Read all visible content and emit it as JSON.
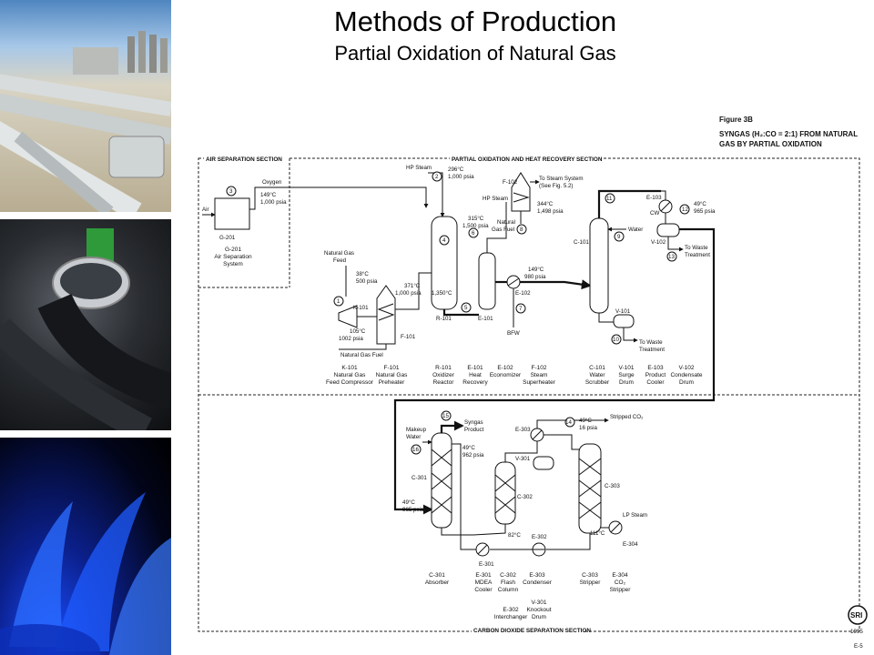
{
  "header": {
    "title": "Methods of Production",
    "subtitle": "Partial Oxidation of Natural Gas"
  },
  "photos": [
    "pipeline-photo",
    "diesel-pump-photo",
    "gas-flame-photo"
  ],
  "figure": {
    "label": "Figure 3B",
    "caption_line1": "SYNGAS (H₂:CO = 2:1) FROM NATURAL",
    "caption_line2": "GAS BY PARTIAL OXIDATION",
    "page_ref": "E-5",
    "year": "1995",
    "logo_text": "SRI"
  },
  "sections": {
    "air": "AIR SEPARATION SECTION",
    "pox": "PARTIAL OXIDATION AND HEAT RECOVERY SECTION",
    "co2": "CARBON DIOXIDE SEPARATION SECTION"
  },
  "streams": {
    "s1": "1",
    "s2": "2",
    "s3": "3",
    "s4": "4",
    "s5": "5",
    "s6": "6",
    "s7": "7",
    "s8": "8",
    "s9": "9",
    "s10": "10",
    "s11": "11",
    "s12": "12",
    "s13": "13",
    "s14": "14",
    "s15": "15",
    "s16": "16"
  },
  "labels": {
    "oxygen": "Oxygen",
    "air": "Air",
    "hp_steam": "HP Steam",
    "hp_steam2": "HP Steam",
    "s2_cond1": "296°C",
    "s2_cond2": "1,000 psia",
    "s3_cond1": "149°C",
    "s3_cond2": "1,000 psia",
    "to_steam1": "To Steam System",
    "to_steam2": "(See Fig. 5.2)",
    "s8_cond1": "344°C",
    "s8_cond2": "1,498 psia",
    "nat_gas_fuel1": "Natural",
    "nat_gas_fuel2": "Gas Fuel",
    "s6_cond1": "315°C",
    "s6_cond2": "1,500 psia",
    "nat_gas_feed1": "Natural Gas",
    "nat_gas_feed2": "Feed",
    "s1_cond1": "38°C",
    "s1_cond2": "500 psia",
    "f101_cond1": "371°C",
    "f101_cond2": "1,000 psia",
    "k101_cond1": "105°C",
    "k101_cond2": "1002 psia",
    "natural_gas_fuel": "Natural Gas Fuel",
    "r101_temp": "1,350°C",
    "e102_cond1": "149°C",
    "e102_cond2": "980 psia",
    "bfw": "BFW",
    "water": "Water",
    "s12_cond1": "49°C",
    "s12_cond2": "965 psia",
    "cw": "CW",
    "to_waste1": "To Waste",
    "to_waste2": "Treatment",
    "to_waste3": "To Waste",
    "to_waste4": "Treatment",
    "makeup_water1": "Makeup",
    "makeup_water2": "Water",
    "syngas1": "Syngas",
    "syngas2": "Product",
    "s15_cond1": "49°C",
    "s15_cond2": "962 psia",
    "s16_cond1": "49°C",
    "s16_cond2": "965 psia",
    "stripped_co2": "Stripped CO₂",
    "s14_cond1": "49°C",
    "s14_cond2": "16 psia",
    "c302_temp": "82°C",
    "c303_temp": "111°C",
    "lp_steam": "LP Steam"
  },
  "equipment_tags": {
    "g201": "G-201",
    "k101": "K-101",
    "f101": "F-101",
    "r101": "R-101",
    "e101": "E-101",
    "e102": "E-102",
    "f102": "F-102",
    "c101": "C-101",
    "v101": "V-101",
    "e103": "E-103",
    "v102": "V-102",
    "c301": "C-301",
    "c302": "C-302",
    "c303": "C-303",
    "e301": "E-301",
    "e302": "E-302",
    "e303": "E-303",
    "v301": "V-301",
    "e304": "E-304"
  },
  "legend_top": [
    {
      "tag": "G-201",
      "line1": "Air Separation",
      "line2": "System",
      "line3": ""
    },
    {
      "tag": "K-101",
      "line1": "Natural Gas",
      "line2": "Feed Compressor",
      "line3": ""
    },
    {
      "tag": "F-101",
      "line1": "Natural Gas",
      "line2": "Preheater",
      "line3": ""
    },
    {
      "tag": "R-101",
      "line1": "Oxidizer",
      "line2": "Reactor",
      "line3": ""
    },
    {
      "tag": "E-101",
      "line1": "Heat",
      "line2": "Recovery",
      "line3": ""
    },
    {
      "tag": "E-102",
      "line1": "Economizer",
      "line2": "",
      "line3": ""
    },
    {
      "tag": "F-102",
      "line1": "Steam",
      "line2": "Superheater",
      "line3": ""
    },
    {
      "tag": "C-101",
      "line1": "Water",
      "line2": "Scrubber",
      "line3": ""
    },
    {
      "tag": "V-101",
      "line1": "Surge",
      "line2": "Drum",
      "line3": ""
    },
    {
      "tag": "E-103",
      "line1": "Product",
      "line2": "Cooler",
      "line3": ""
    },
    {
      "tag": "V-102",
      "line1": "Condensate",
      "line2": "Drum",
      "line3": ""
    }
  ],
  "legend_bottom": [
    {
      "tag": "C-301",
      "line1": "Absorber",
      "line2": "",
      "line3": ""
    },
    {
      "tag": "E-301",
      "line1": "MDEA",
      "line2": "Cooler",
      "line3": ""
    },
    {
      "tag": "C-302",
      "line1": "Flash",
      "line2": "Column",
      "line3": ""
    },
    {
      "tag": "E-303",
      "line1": "Condenser",
      "line2": "",
      "line3": ""
    },
    {
      "tag": "C-303",
      "line1": "Stripper",
      "line2": "",
      "line3": ""
    },
    {
      "tag": "E-304",
      "line1": "CO₂",
      "line2": "Stripper",
      "line3": ""
    },
    {
      "tag": "E-302",
      "line1": "Interchanger",
      "line2": "",
      "line3": ""
    },
    {
      "tag": "V-301",
      "line1": "Knockout",
      "line2": "Drum",
      "line3": ""
    }
  ]
}
